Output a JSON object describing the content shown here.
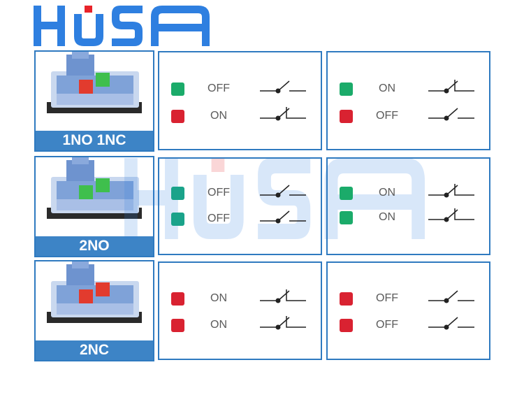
{
  "brand": {
    "logo_text": "HUSA",
    "blue": "#2e7fe0",
    "red": "#e8232a"
  },
  "colors": {
    "green": "#1bab6a",
    "red": "#d92231",
    "teal": "#1aa38a",
    "border": "#2f7ac0",
    "caption_bg": "#3d84c6"
  },
  "rows": [
    {
      "label": "1NO 1NC",
      "product_buttons": [
        "red",
        "green"
      ],
      "left_panel": [
        {
          "color": "green",
          "state": "OFF",
          "symbol": "normally-open-contact-icon"
        },
        {
          "color": "red",
          "state": "ON",
          "symbol": "normally-closed-contact-icon"
        }
      ],
      "right_panel": [
        {
          "color": "green",
          "state": "ON",
          "symbol": "normally-closed-contact-icon"
        },
        {
          "color": "red",
          "state": "OFF",
          "symbol": "normally-open-contact-icon"
        }
      ]
    },
    {
      "label": "2NO",
      "product_buttons": [
        "green",
        "green"
      ],
      "left_panel": [
        {
          "color": "teal",
          "state": "OFF",
          "symbol": "normally-open-contact-icon"
        },
        {
          "color": "teal",
          "state": "OFF",
          "symbol": "normally-open-contact-icon"
        }
      ],
      "right_panel": [
        {
          "color": "green",
          "state": "ON",
          "symbol": "normally-closed-contact-icon"
        },
        {
          "color": "green",
          "state": "ON",
          "symbol": "normally-closed-contact-icon"
        }
      ]
    },
    {
      "label": "2NC",
      "product_buttons": [
        "red",
        "red"
      ],
      "left_panel": [
        {
          "color": "red",
          "state": "ON",
          "symbol": "normally-closed-contact-icon"
        },
        {
          "color": "red",
          "state": "ON",
          "symbol": "normally-closed-contact-icon"
        }
      ],
      "right_panel": [
        {
          "color": "red",
          "state": "OFF",
          "symbol": "normally-open-contact-icon"
        },
        {
          "color": "red",
          "state": "OFF",
          "symbol": "normally-open-contact-icon"
        }
      ]
    }
  ]
}
